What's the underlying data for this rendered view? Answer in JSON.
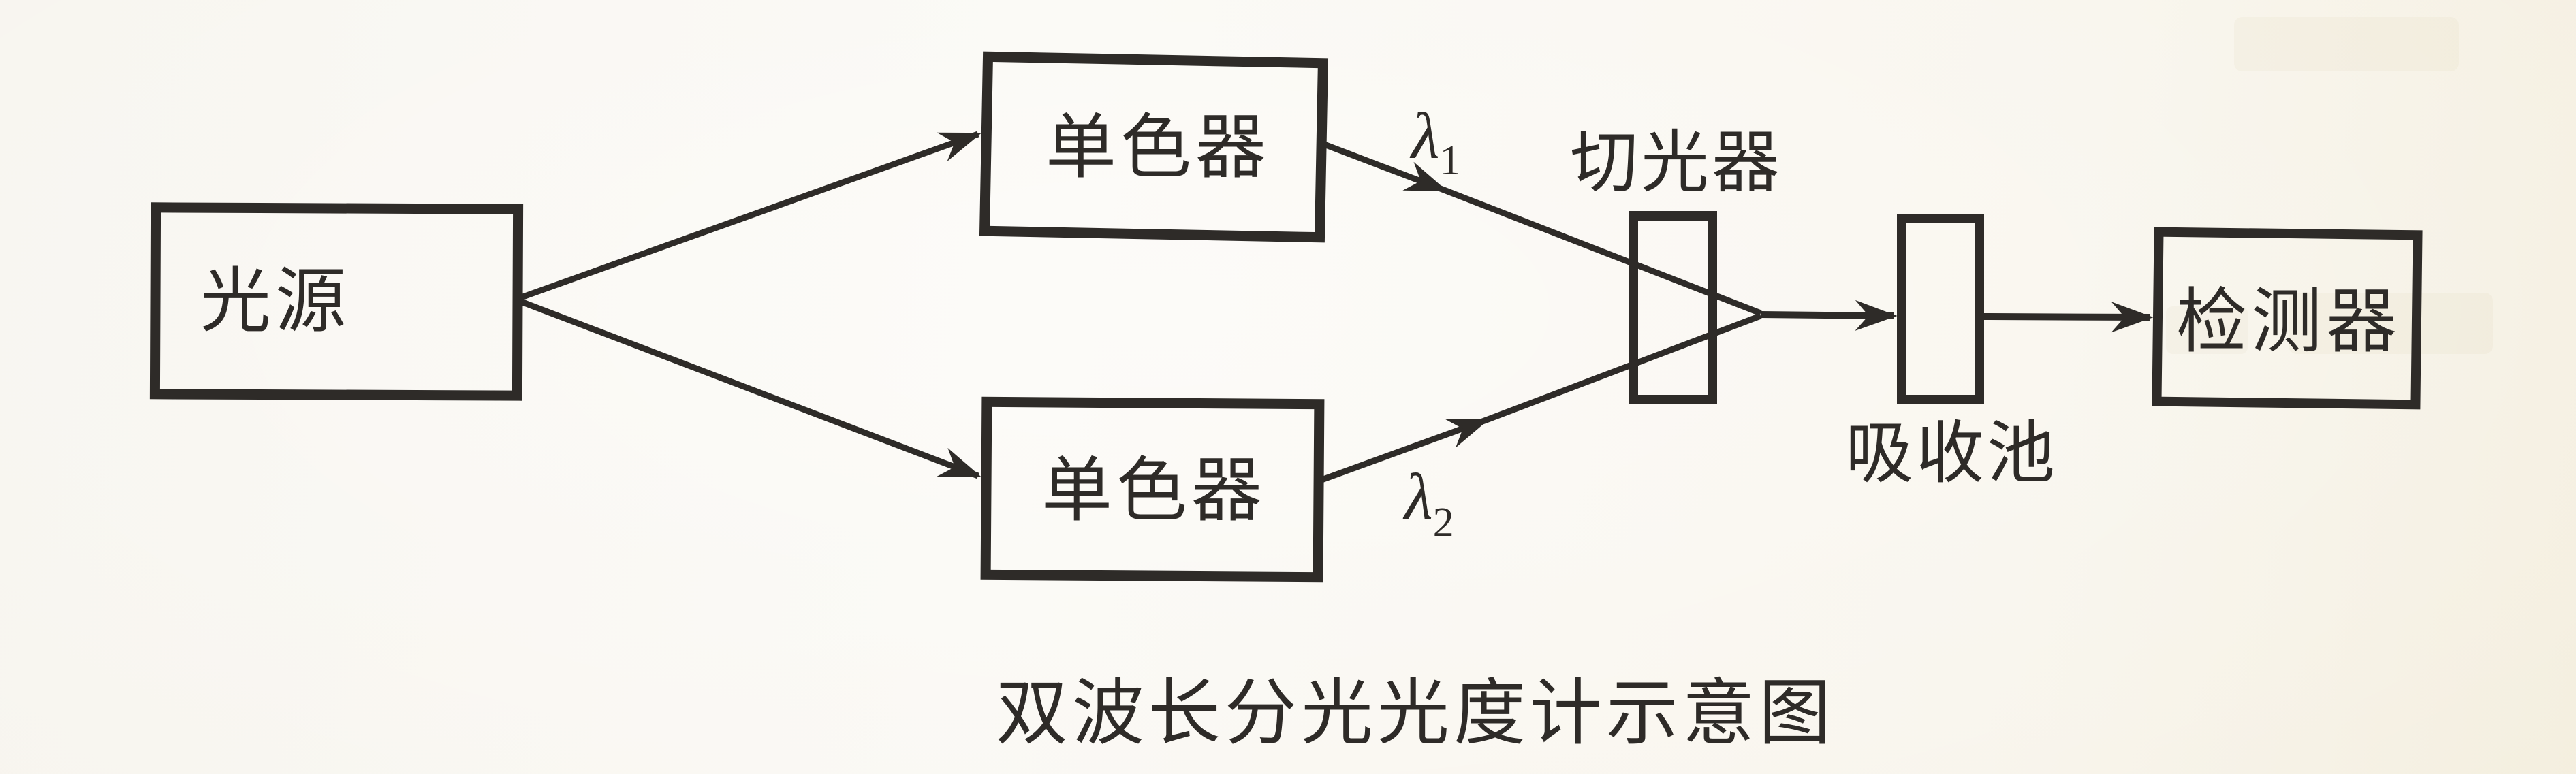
{
  "figure": {
    "caption": "双波长分光光度计示意图",
    "nodes": {
      "light_source": "光源",
      "monochromator_top": "单色器",
      "monochromator_bottom": "单色器",
      "chopper": "切光器",
      "absorption_cell": "吸收池",
      "detector": "检测器"
    },
    "beams": {
      "lambda1": {
        "symbol": "λ",
        "subscript": "1"
      },
      "lambda2": {
        "symbol": "λ",
        "subscript": "2"
      }
    },
    "colors": {
      "ink": "#2e2b28",
      "paper": "#f7f4ec"
    }
  }
}
